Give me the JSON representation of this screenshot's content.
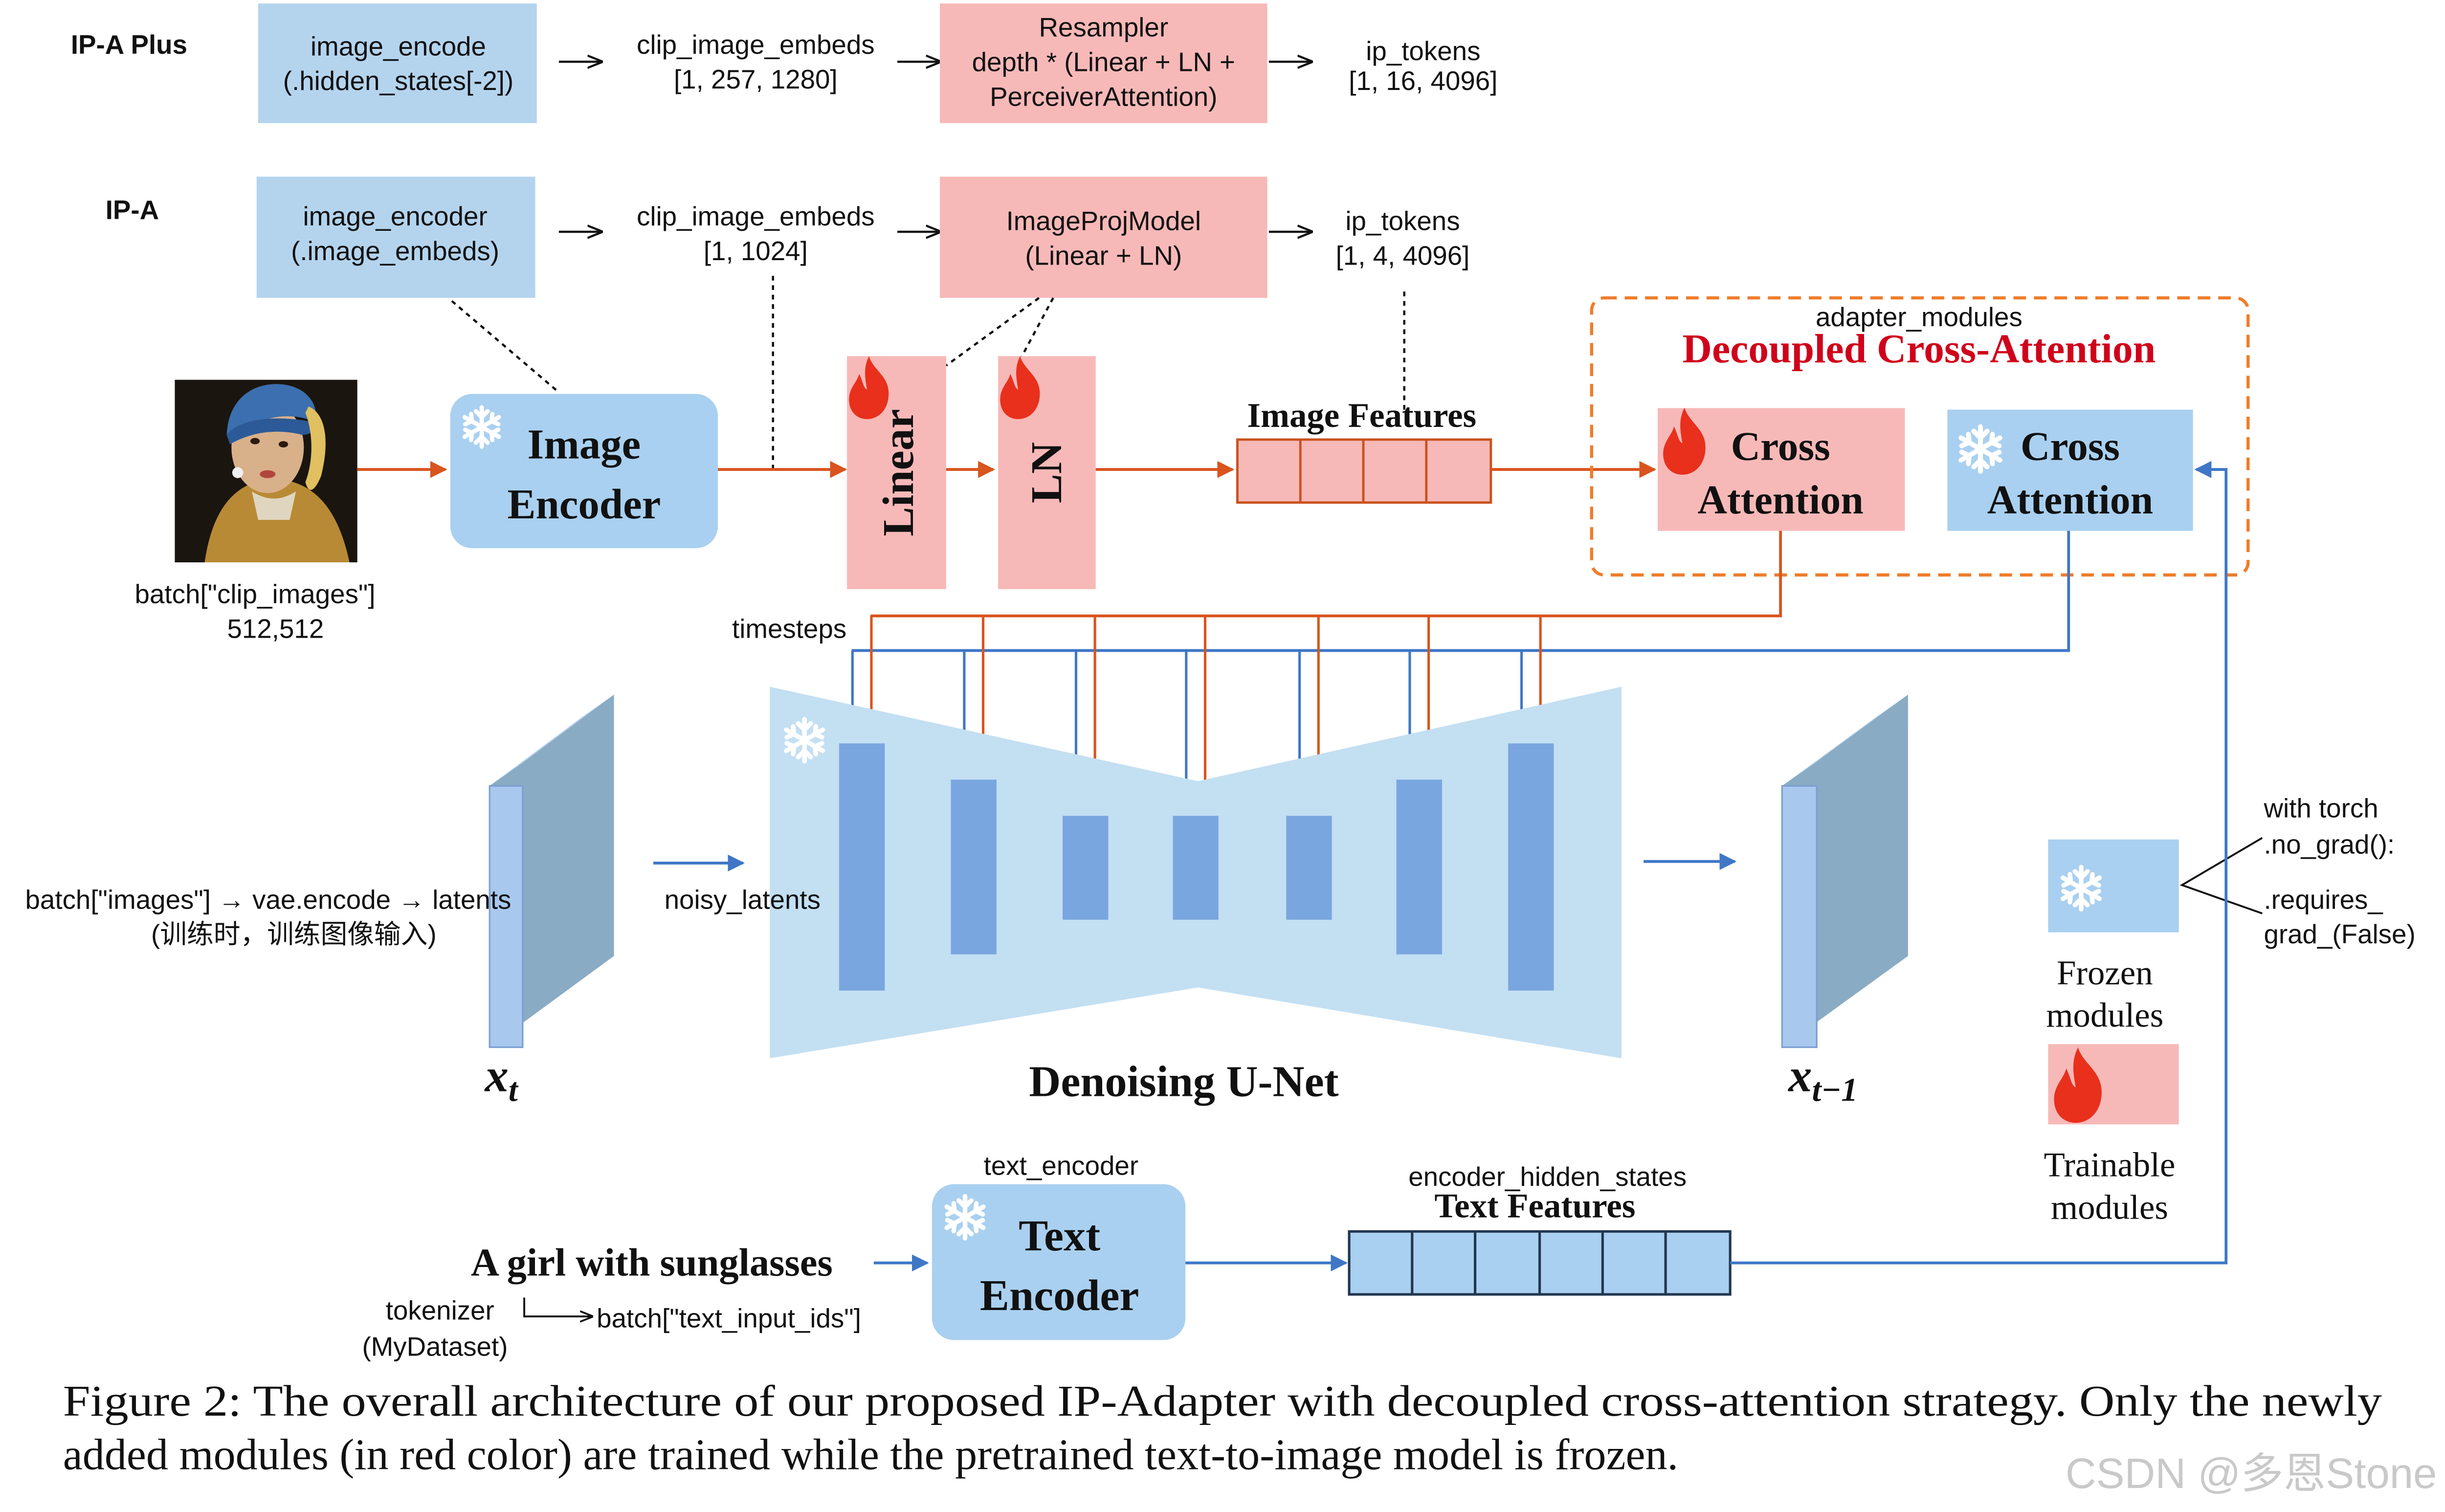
{
  "colors": {
    "blue_box": "#b4d4ee",
    "encoder_box": "#a9d0f0",
    "red_box": "#f7b9b8",
    "orange_arrow": "#d9541e",
    "blue_arrow": "#3f77c6",
    "unet_fill": "#c3dff2",
    "unet_block": "#7aa6e0",
    "latent_front": "#a8c8ee",
    "latent_side": "#8aabc4",
    "dashed_orange": "#ee7d2b",
    "title_red": "#d0021b",
    "watermark": "#c9c9c9",
    "flame": "#e8301c"
  },
  "ipa_plus": {
    "label": "IP-A Plus",
    "encoder_line1": "image_encode",
    "encoder_line2": "(.hidden_states[-2])",
    "embeds_line1": "clip_image_embeds",
    "embeds_line2": "[1, 257, 1280]",
    "resampler_line1": "Resampler",
    "resampler_line2": "depth * (Linear + LN +",
    "resampler_line3": "PerceiverAttention)",
    "tokens_line1": "ip_tokens",
    "tokens_line2": "[1, 16, 4096]"
  },
  "ipa": {
    "label": "IP-A",
    "encoder_line1": "image_encoder",
    "encoder_line2": "(.image_embeds)",
    "embeds_line1": "clip_image_embeds",
    "embeds_line2": "[1, 1024]",
    "proj_line1": "ImageProjModel",
    "proj_line2": "(Linear + LN)",
    "tokens_line1": "ip_tokens",
    "tokens_line2": "[1, 4, 4096]"
  },
  "image_input": {
    "label_line1": "batch[\"clip_images\"]",
    "label_line2": "512,512"
  },
  "image_encoder": {
    "line1": "Image",
    "line2": "Encoder"
  },
  "linear_label": "Linear",
  "ln_label": "LN",
  "image_features_label": "Image Features",
  "adapter": {
    "modules_label": "adapter_modules",
    "title": "Decoupled Cross-Attention",
    "ca_trainable_line1": "Cross",
    "ca_trainable_line2": "Attention",
    "ca_frozen_line1": "Cross",
    "ca_frozen_line2": "Attention"
  },
  "timesteps_label": "timesteps",
  "latents": {
    "input_line1": "batch[\"images\"] → vae.encode → latents",
    "input_line2": "(训练时，训练图像输入)",
    "noisy_label": "noisy_latents",
    "xt_base": "x",
    "xt_sub": "t",
    "xt1_base": "x",
    "xt1_sub": "t−1"
  },
  "unet_label": "Denoising U-Net",
  "legend": {
    "torch_line1": "with torch",
    "torch_line2": ".no_grad():",
    "req_line1": ".requires_",
    "req_line2": "grad_(False)",
    "frozen_line1": "Frozen",
    "frozen_line2": "modules",
    "trainable_line1": "Trainable",
    "trainable_line2": "modules"
  },
  "text_branch": {
    "encoder_label": "text_encoder",
    "prompt": "A girl with sunglasses",
    "tokenizer_line1": "tokenizer",
    "tokenizer_line2": "(MyDataset)",
    "input_ids": "batch[\"text_input_ids\"]",
    "encoder_line1": "Text",
    "encoder_line2": "Encoder",
    "hidden_label": "encoder_hidden_states",
    "features_label": "Text Features"
  },
  "caption_line1": "Figure 2: The overall architecture of our proposed IP-Adapter with decoupled cross-attention strategy. Only the newly",
  "caption_line2": "added modules (in red color) are trained while the pretrained text-to-image model is frozen.",
  "watermark": "CSDN @多恩Stone"
}
